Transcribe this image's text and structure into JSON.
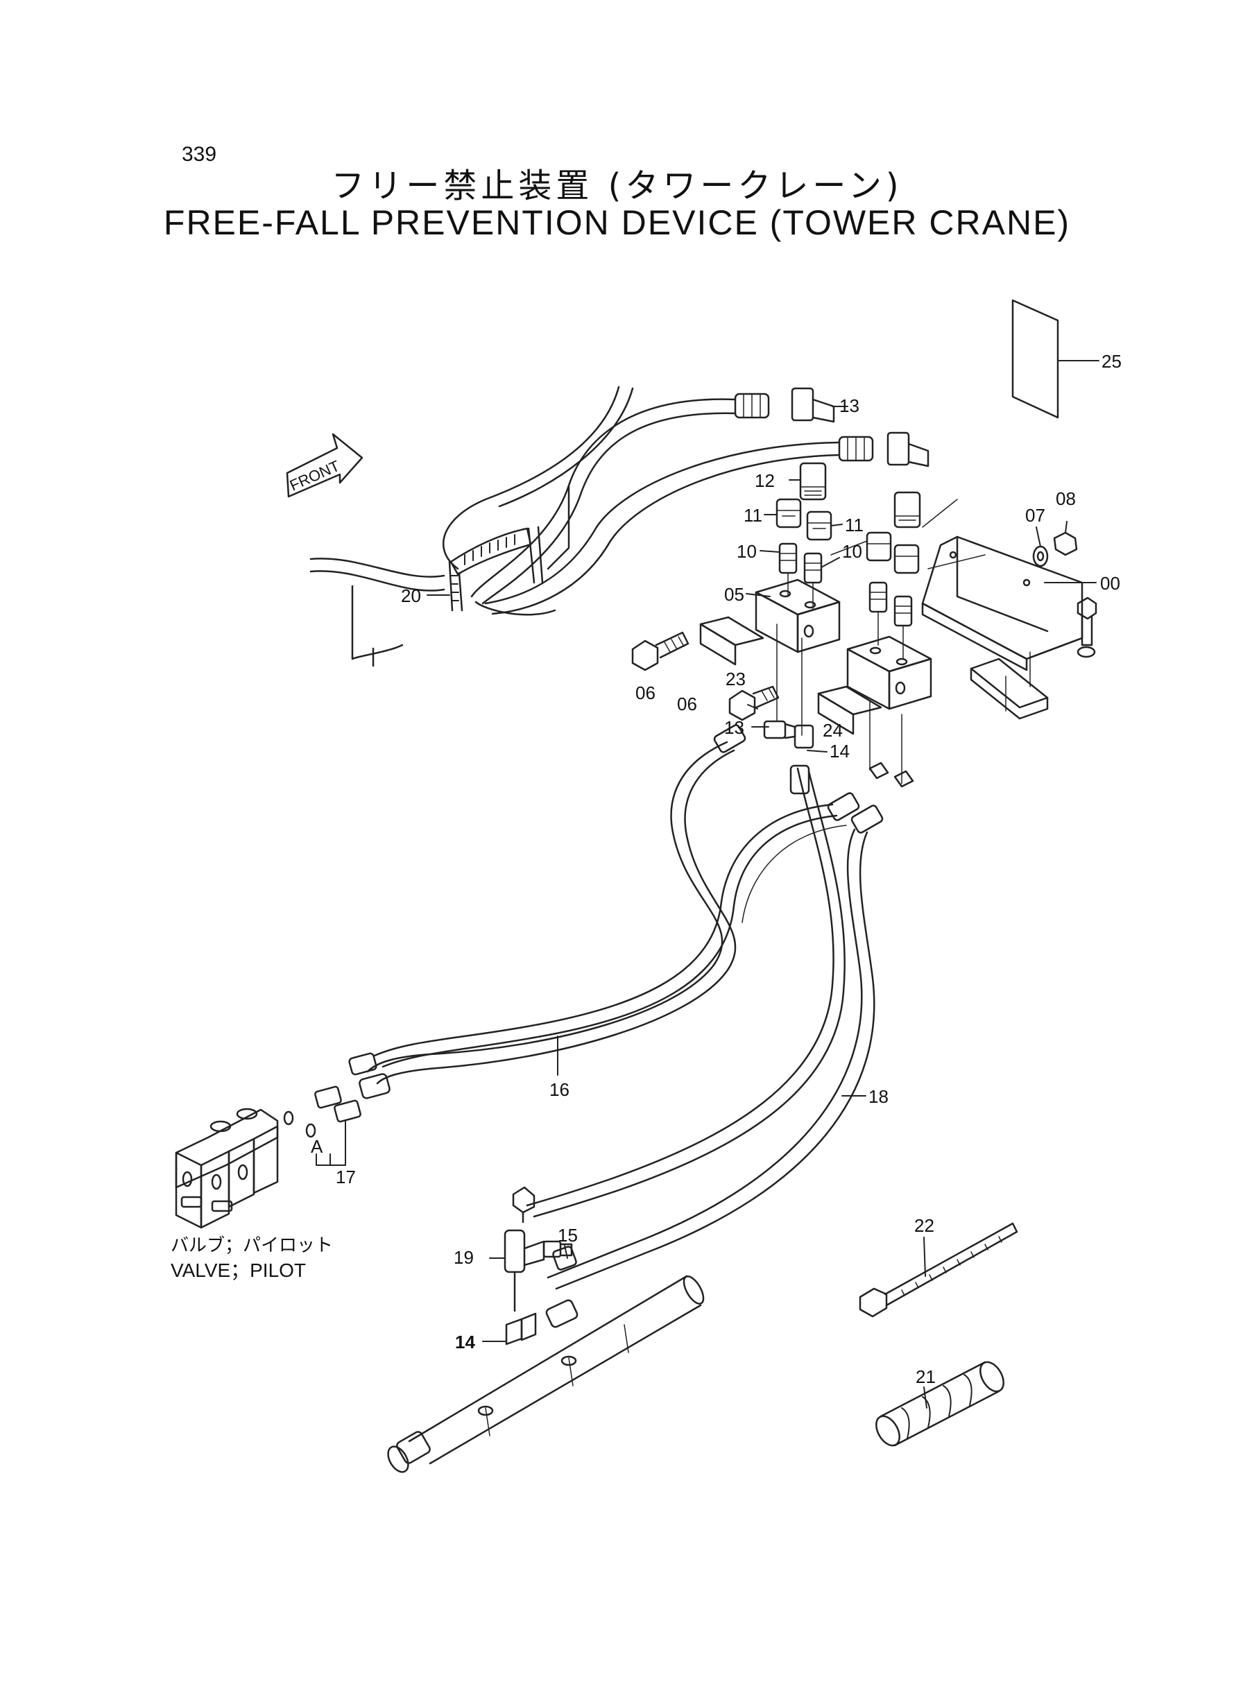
{
  "header": {
    "page_number": "339",
    "title_jp": "フリー禁止装置 (タワークレーン)",
    "title_en": "FREE-FALL PREVENTION DEVICE (TOWER CRANE)"
  },
  "front_arrow_label": "FRONT",
  "valve_label": {
    "jp": "バルブ；パイロット",
    "en": "VALVE；PILOT"
  },
  "view_marker": "A",
  "callouts": {
    "c25": "25",
    "c13a": "13",
    "c12": "12",
    "c11a": "11",
    "c11b": "11",
    "c10a": "10",
    "c10b": "10",
    "c07": "07",
    "c08": "08",
    "c00": "00",
    "c05": "05",
    "c20": "20",
    "c06a": "06",
    "c23": "23",
    "c06b": "06",
    "c24": "24",
    "c13b": "13",
    "c14a": "14",
    "c16": "16",
    "c18": "18",
    "c17": "17",
    "c22": "22",
    "c19": "19",
    "c15": "15",
    "c14b": "14",
    "c21": "21"
  }
}
